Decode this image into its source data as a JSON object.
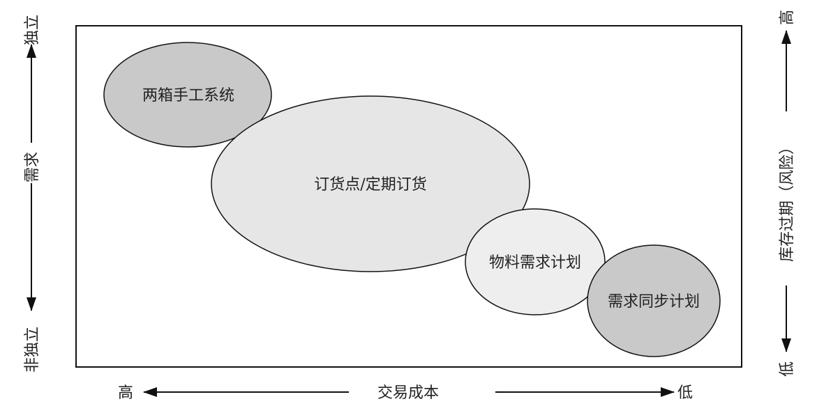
{
  "bubbles": [
    {
      "label": "两箱手工系统",
      "fill": "#c9c9c9"
    },
    {
      "label": "订货点/定期订货",
      "fill": "#e6e6e6"
    },
    {
      "label": "物料需求计划",
      "fill": "#eeeeee"
    },
    {
      "label": "需求同步计划",
      "fill": "#c9c9c9"
    }
  ],
  "axes": {
    "bottom": {
      "title": "交易成本",
      "left_end": "高",
      "right_end": "低"
    },
    "left": {
      "title": "需求",
      "top_end": "独立",
      "bottom_end": "非独立"
    },
    "right": {
      "title": "库存过期（风险）",
      "top_end": "高",
      "bottom_end": "低"
    }
  }
}
